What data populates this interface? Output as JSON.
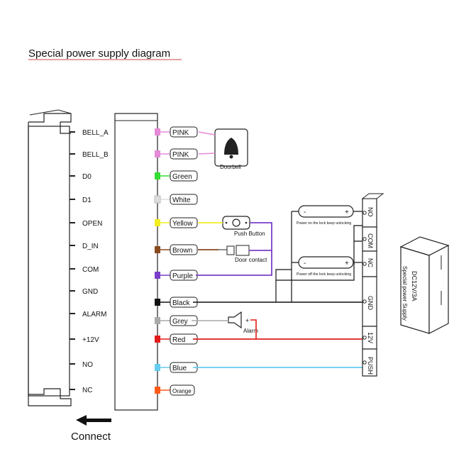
{
  "title": "Special power supply diagram",
  "connect_label": "Connect",
  "terminals": [
    {
      "label": "BELL_A",
      "wire": "PINK",
      "color": "#e58ad8"
    },
    {
      "label": "BELL_B",
      "wire": "PINK",
      "color": "#e58ad8"
    },
    {
      "label": "D0",
      "wire": "Green",
      "color": "#33dd33"
    },
    {
      "label": "D1",
      "wire": "White",
      "color": "#dddddd"
    },
    {
      "label": "OPEN",
      "wire": "Yellow",
      "color": "#f2ee22"
    },
    {
      "label": "D_IN",
      "wire": "Brown",
      "color": "#8a4a1f"
    },
    {
      "label": "COM",
      "wire": "Purple",
      "color": "#7a3fc9"
    },
    {
      "label": "GND",
      "wire": "Black",
      "color": "#111111"
    },
    {
      "label": "ALARM",
      "wire": "Grey",
      "color": "#aaaaaa"
    },
    {
      "label": "+12V",
      "wire": "Red",
      "color": "#e21b1b"
    },
    {
      "label": "NO",
      "wire": "Blue",
      "color": "#66ccee"
    },
    {
      "label": "NC",
      "wire": "Orange",
      "color": "#ff5a1a"
    }
  ],
  "devices": {
    "doorbell": "Doorbell",
    "push_button": "Push Button",
    "door_contact": "Door contact",
    "alarm": "Alarm"
  },
  "locks": {
    "lock_on": "Power on the lock keep unlocking",
    "lock_off": "Power off the lock keep unlocking",
    "minus": "-",
    "plus": "+"
  },
  "power_supply": {
    "terminals": [
      "NO",
      "COM",
      "NC",
      "GND",
      "12V",
      "PUSH"
    ],
    "model": "DC12V/3A",
    "name": "Special power Supply"
  },
  "alarm_polarity": {
    "minus": "-",
    "plus": "+"
  }
}
